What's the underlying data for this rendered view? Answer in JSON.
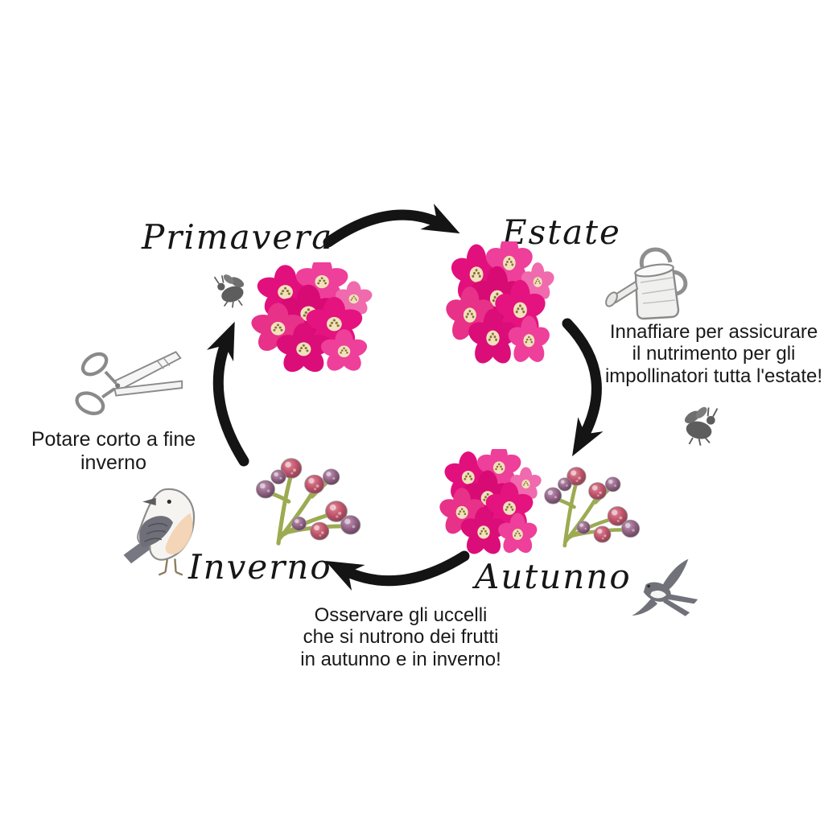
{
  "diagram": {
    "type": "seasonal-cycle",
    "language": "it",
    "background": "#ffffff",
    "seasons": [
      {
        "id": "primavera",
        "label": "Primavera"
      },
      {
        "id": "estate",
        "label": "Estate"
      },
      {
        "id": "autunno",
        "label": "Autunno"
      },
      {
        "id": "inverno",
        "label": "Inverno"
      }
    ],
    "notes": {
      "estate": "Innaffiare per assicurare\nil nutrimento per gli\nimpollinatori tutta l'estate!",
      "inverno": "Potare corto a fine inverno",
      "autunno": "Osservare gli uccelli\nche si nutrono dei frutti\nin autunno e in inverno!"
    },
    "arrows": [
      {
        "name": "arrow-primavera-to-estate",
        "direction": "right"
      },
      {
        "name": "arrow-estate-to-autunno",
        "direction": "down"
      },
      {
        "name": "arrow-autunno-to-inverno",
        "direction": "left"
      },
      {
        "name": "arrow-inverno-to-primavera",
        "direction": "up"
      }
    ],
    "icons": {
      "bee_primavera": "bee-icon",
      "bee_estate": "bee-icon",
      "scissors": "scissors-icon",
      "watering_can": "watering-can-icon",
      "robin": "robin-bird-icon",
      "swallow": "swallow-bird-icon",
      "flowers_primavera": "rose-flower-cluster",
      "flowers_estate": "rose-flower-cluster",
      "flowers_autunno": "rose-flower-cluster",
      "berries_inverno": "rosehip-berry-cluster",
      "berries_autunno": "rosehip-berry-cluster"
    },
    "colors": {
      "background": "#ffffff",
      "text": "#191919",
      "arrow": "#141414",
      "flower_pink": "#e4137f",
      "flower_center": "#f1e2bb",
      "berry_red": "#bb4f66",
      "berry_purple": "#8e5f81",
      "stem_green": "#9cab51",
      "sketch_gray": "#8a8a8a",
      "bee_gray": "#5d5d5d",
      "robin_breast": "#f3d3b4"
    }
  }
}
